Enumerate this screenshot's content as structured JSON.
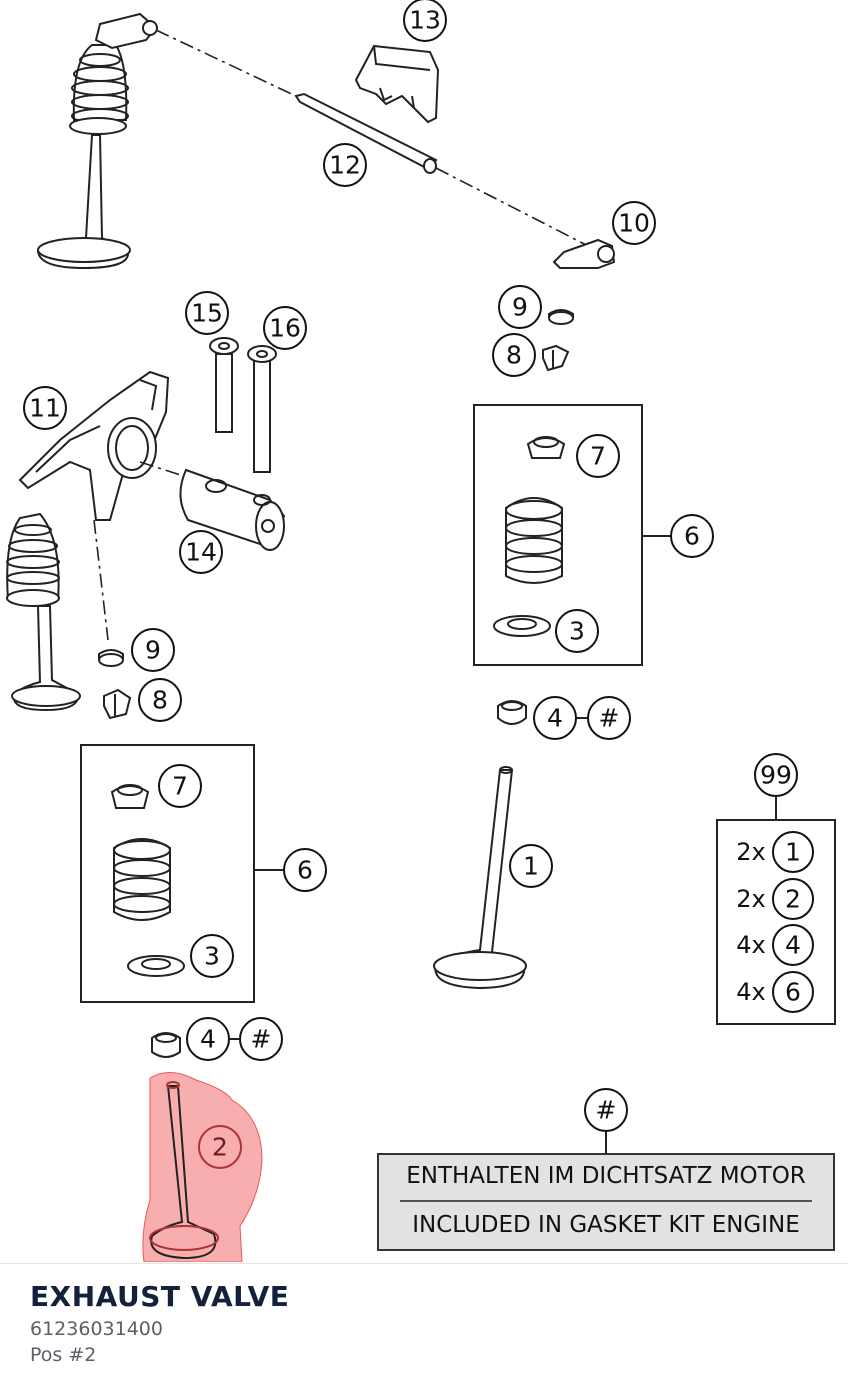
{
  "diagram": {
    "callouts": {
      "c13": "13",
      "c12": "12",
      "c10": "10",
      "c15": "15",
      "c16": "16",
      "c11": "11",
      "c14": "14",
      "c9a": "9",
      "c8a": "8",
      "c9b": "9",
      "c8b": "8",
      "c7a": "7",
      "c6a": "6",
      "c3a": "3",
      "c4a": "4",
      "hashA": "#",
      "c7b": "7",
      "c6b": "6",
      "c3b": "3",
      "c4b": "4",
      "hashB": "#",
      "c1": "1",
      "c2": "2",
      "c99": "99",
      "hashNote": "#"
    },
    "kit_99": [
      {
        "qty": "2x",
        "pos": "1"
      },
      {
        "qty": "2x",
        "pos": "2"
      },
      {
        "qty": "4x",
        "pos": "4"
      },
      {
        "qty": "4x",
        "pos": "6"
      }
    ],
    "note": {
      "line_de": "ENTHALTEN IM DICHTSATZ MOTOR",
      "line_en": "INCLUDED IN GASKET KIT ENGINE"
    },
    "highlight_color": "#f26b6b"
  },
  "part": {
    "name": "EXHAUST VALVE",
    "number": "61236031400",
    "position": "Pos #2"
  }
}
